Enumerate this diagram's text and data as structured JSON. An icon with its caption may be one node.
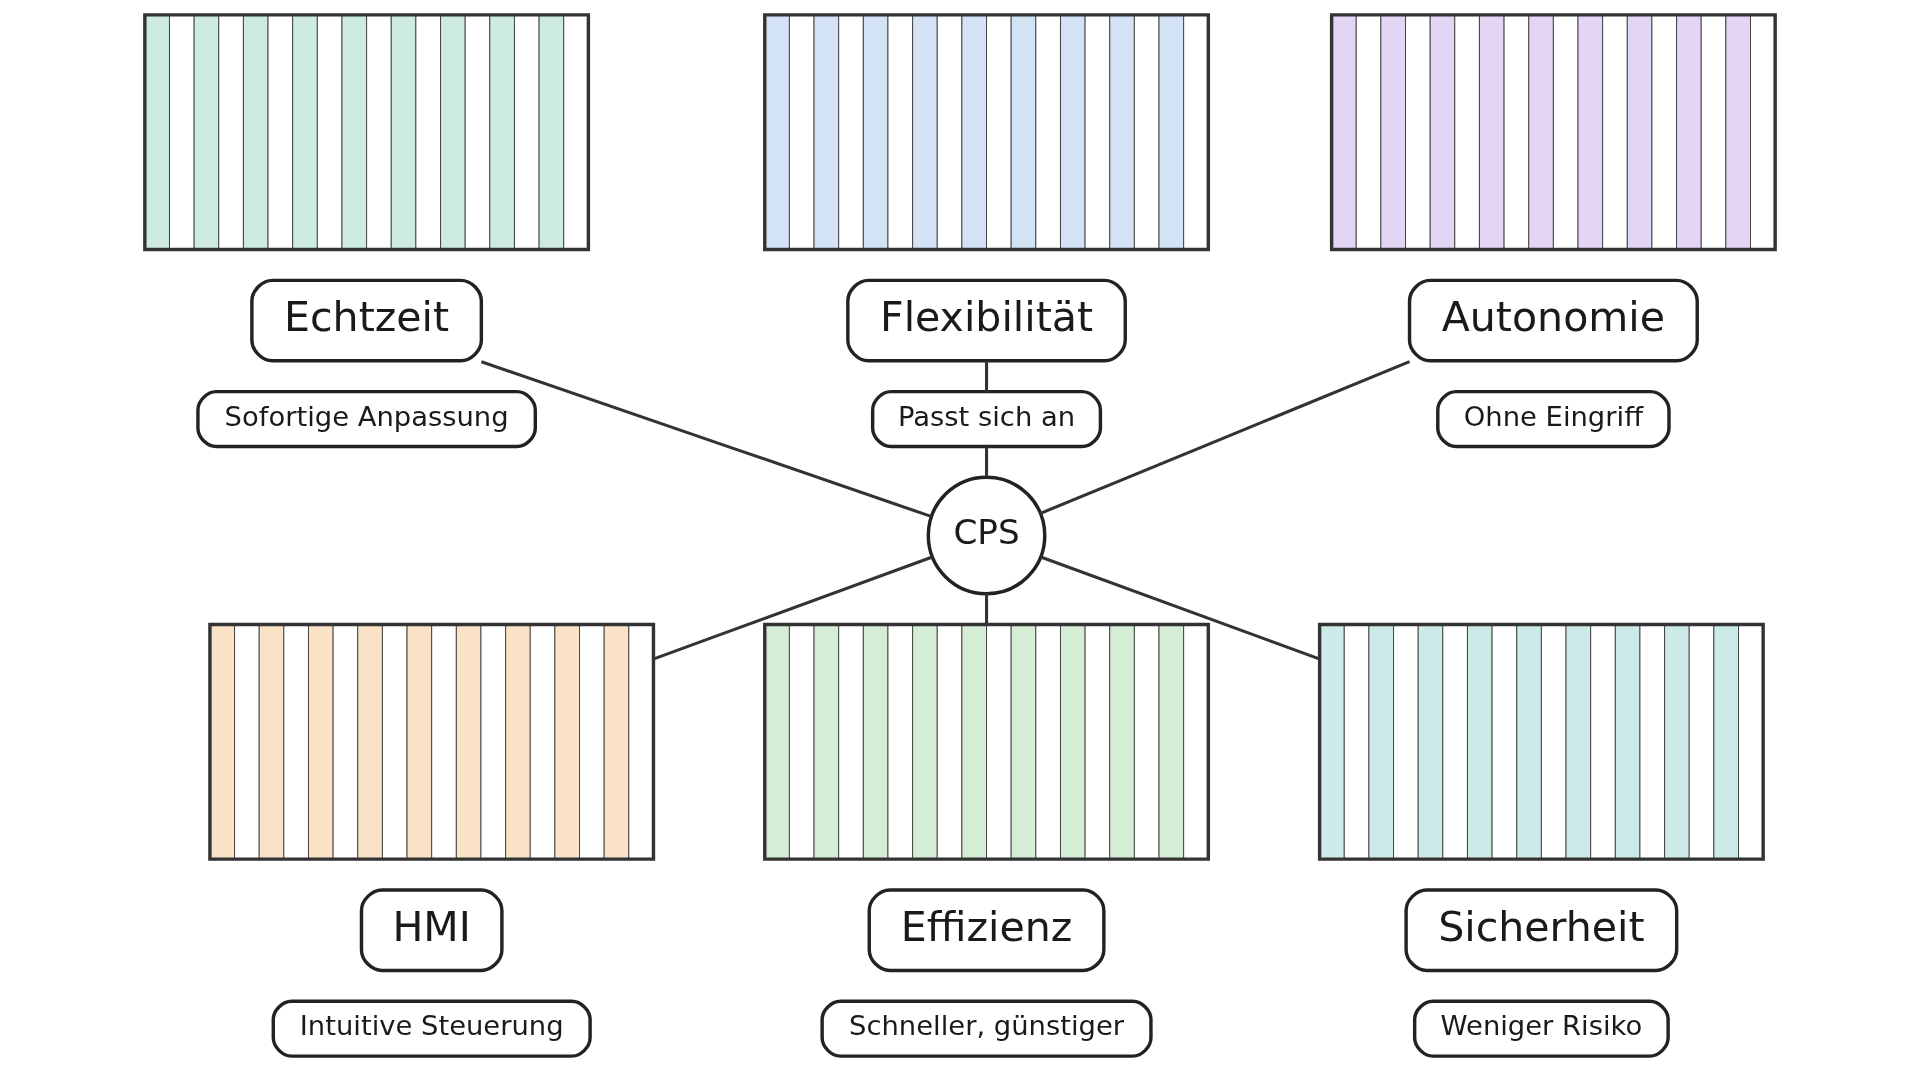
{
  "diagram": {
    "nodes": [
      {
        "text": [],
        "shape": "picture"
      },
      {
        "text": [
          "Echtzeit"
        ]
      },
      {
        "text": [
          "Sofortige Anpassung"
        ]
      },
      {
        "text": [],
        "shape": "picture"
      },
      {
        "text": [
          "Flexibilität"
        ]
      },
      {
        "text": [
          "Passt sich an"
        ]
      },
      {
        "text": [],
        "shape": "picture"
      },
      {
        "text": [
          "Autonomie"
        ]
      },
      {
        "text": [
          "Ohne Eingriff"
        ]
      },
      {
        "text": [
          "CPS"
        ]
      },
      {
        "text": [],
        "shape": "picture"
      },
      {
        "text": [
          "HMI"
        ]
      },
      {
        "text": [
          "Intuitive Steuerung"
        ]
      },
      {
        "text": [],
        "shape": "picture"
      },
      {
        "text": [
          "Effizienz"
        ]
      },
      {
        "text": [
          "Schneller, günstiger"
        ]
      },
      {
        "text": [],
        "shape": "picture"
      },
      {
        "text": [
          "Sicherheit"
        ]
      },
      {
        "text": [
          "Weniger Risiko"
        ]
      }
    ],
    "edges": [
      {
        "from": 1,
        "to": 9,
        "arrow": "none"
      },
      {
        "from": 4,
        "to": 5,
        "arrow": "none"
      },
      {
        "from": 5,
        "to": 9,
        "arrow": "none"
      },
      {
        "from": 7,
        "to": 9,
        "arrow": "none"
      },
      {
        "from": 9,
        "to": 10,
        "arrow": "none"
      },
      {
        "from": 9,
        "to": 13,
        "arrow": "none"
      },
      {
        "from": 9,
        "to": 16,
        "arrow": "none"
      }
    ]
  }
}
